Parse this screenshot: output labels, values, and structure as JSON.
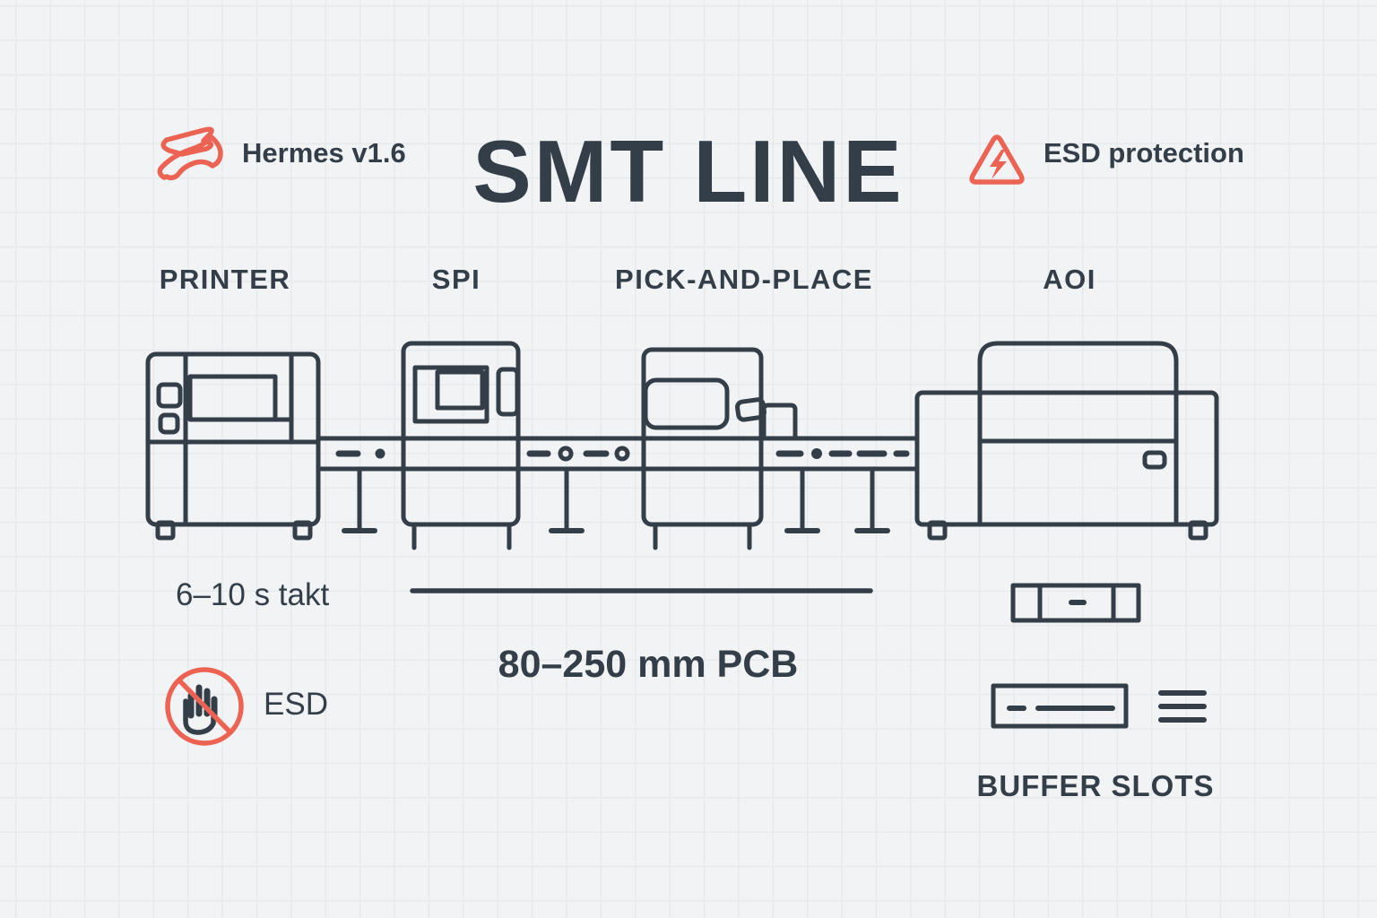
{
  "page": {
    "title": "SMT LINE"
  },
  "badges": {
    "hermes": {
      "icon": "hermes-logo-icon",
      "label": "Hermes v1.6"
    },
    "esd_protection": {
      "icon": "esd-warning-triangle-icon",
      "label": "ESD protection"
    }
  },
  "stations": [
    {
      "label": "PRINTER"
    },
    {
      "label": "SPI"
    },
    {
      "label": "PICK-AND-PLACE"
    },
    {
      "label": "AOI"
    }
  ],
  "annotations": {
    "takt_time": "6–10 s takt",
    "pcb_range": "80–250 mm PCB",
    "esd": "ESD",
    "buffer_slots": "BUFFER SLOTS"
  },
  "icons": [
    "hermes-logo-icon",
    "esd-warning-triangle-icon",
    "no-touch-esd-icon",
    "buffer-slot-rail-icon",
    "buffer-magazine-icon",
    "stacked-slots-icon"
  ],
  "colors": {
    "ink": "#333e48",
    "accent": "#ec6353",
    "background": "#f1f3f5",
    "grid_line": "#e7eaed"
  }
}
